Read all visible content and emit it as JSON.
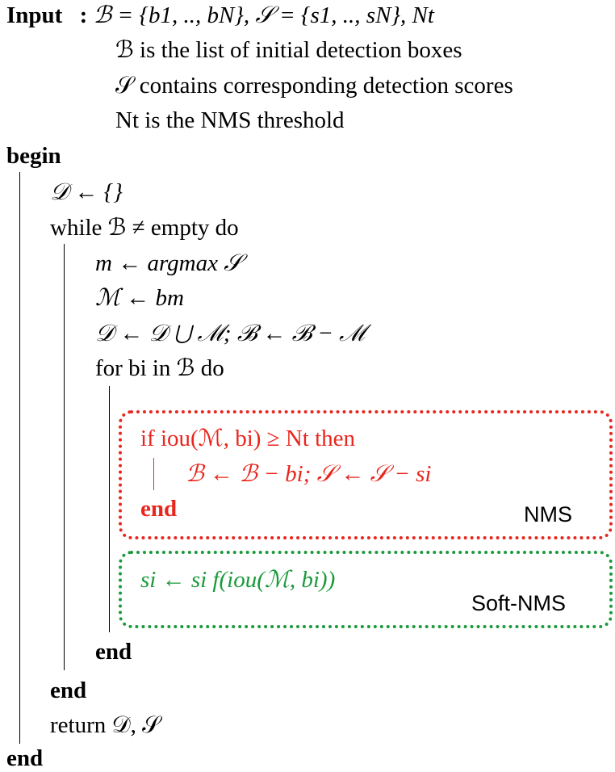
{
  "input": {
    "label": "Input",
    "colon": ":",
    "definition": "ℬ = {b1, .., bN}, 𝒮 = {s1, .., sN}, Nt",
    "desc_boxes": "ℬ is the list of initial detection boxes",
    "desc_scores": "𝒮 contains corresponding detection scores",
    "desc_threshold": "Nt is the NMS threshold"
  },
  "body": {
    "begin": "begin",
    "init_d": "𝒟 ← {}",
    "while_line": "while ℬ ≠ empty do",
    "argmax_line": "m ← argmax 𝒮",
    "assign_m": "ℳ ← bm",
    "update_line": "𝒟 ← 𝒟 ⋃ ℳ; ℬ ← ℬ − ℳ",
    "for_line": "for bi in ℬ do",
    "nms": {
      "if_line": "if iou(ℳ, bi) ≥ Nt then",
      "remove_line": "ℬ ← ℬ − bi; 𝒮 ← 𝒮 − si",
      "end": "end",
      "tag": "NMS"
    },
    "soft_nms": {
      "update_line": "si ← si f(iou(ℳ, bi))",
      "tag": "Soft-NMS"
    },
    "end_for": "end",
    "end_while": "end",
    "return_line": "return 𝒟, 𝒮",
    "end": "end"
  },
  "colors": {
    "nms": "#e8261d",
    "soft_nms": "#1a9a3a",
    "text": "#000000"
  }
}
